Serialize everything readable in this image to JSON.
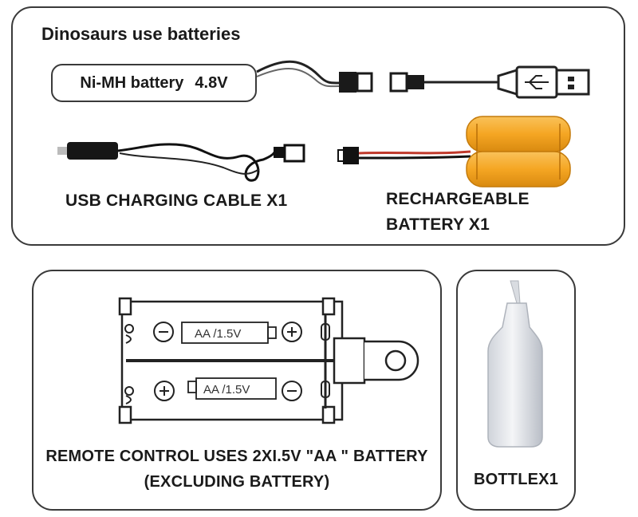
{
  "top_panel": {
    "heading": "Dinosaurs use batteries",
    "battery_type": "Ni-MH battery",
    "battery_voltage": "4.8V",
    "usb_caption": "USB CHARGING CABLE X1",
    "rechargeable_caption_line1": "RECHARGEABLE",
    "rechargeable_caption_line2": "BATTERY X1"
  },
  "remote_panel": {
    "cell_label_top": "AA /1.5V",
    "cell_label_bottom": "AA /1.5V",
    "caption_line1": "REMOTE CONTROL USES 2XI.5V \"AA \" BATTERY",
    "caption_line2": "(EXCLUDING BATTERY)"
  },
  "bottle_panel": {
    "caption": "BOTTLEX1"
  },
  "colors": {
    "battery_orange": "#f5a623",
    "outline": "#3a3a3a"
  }
}
